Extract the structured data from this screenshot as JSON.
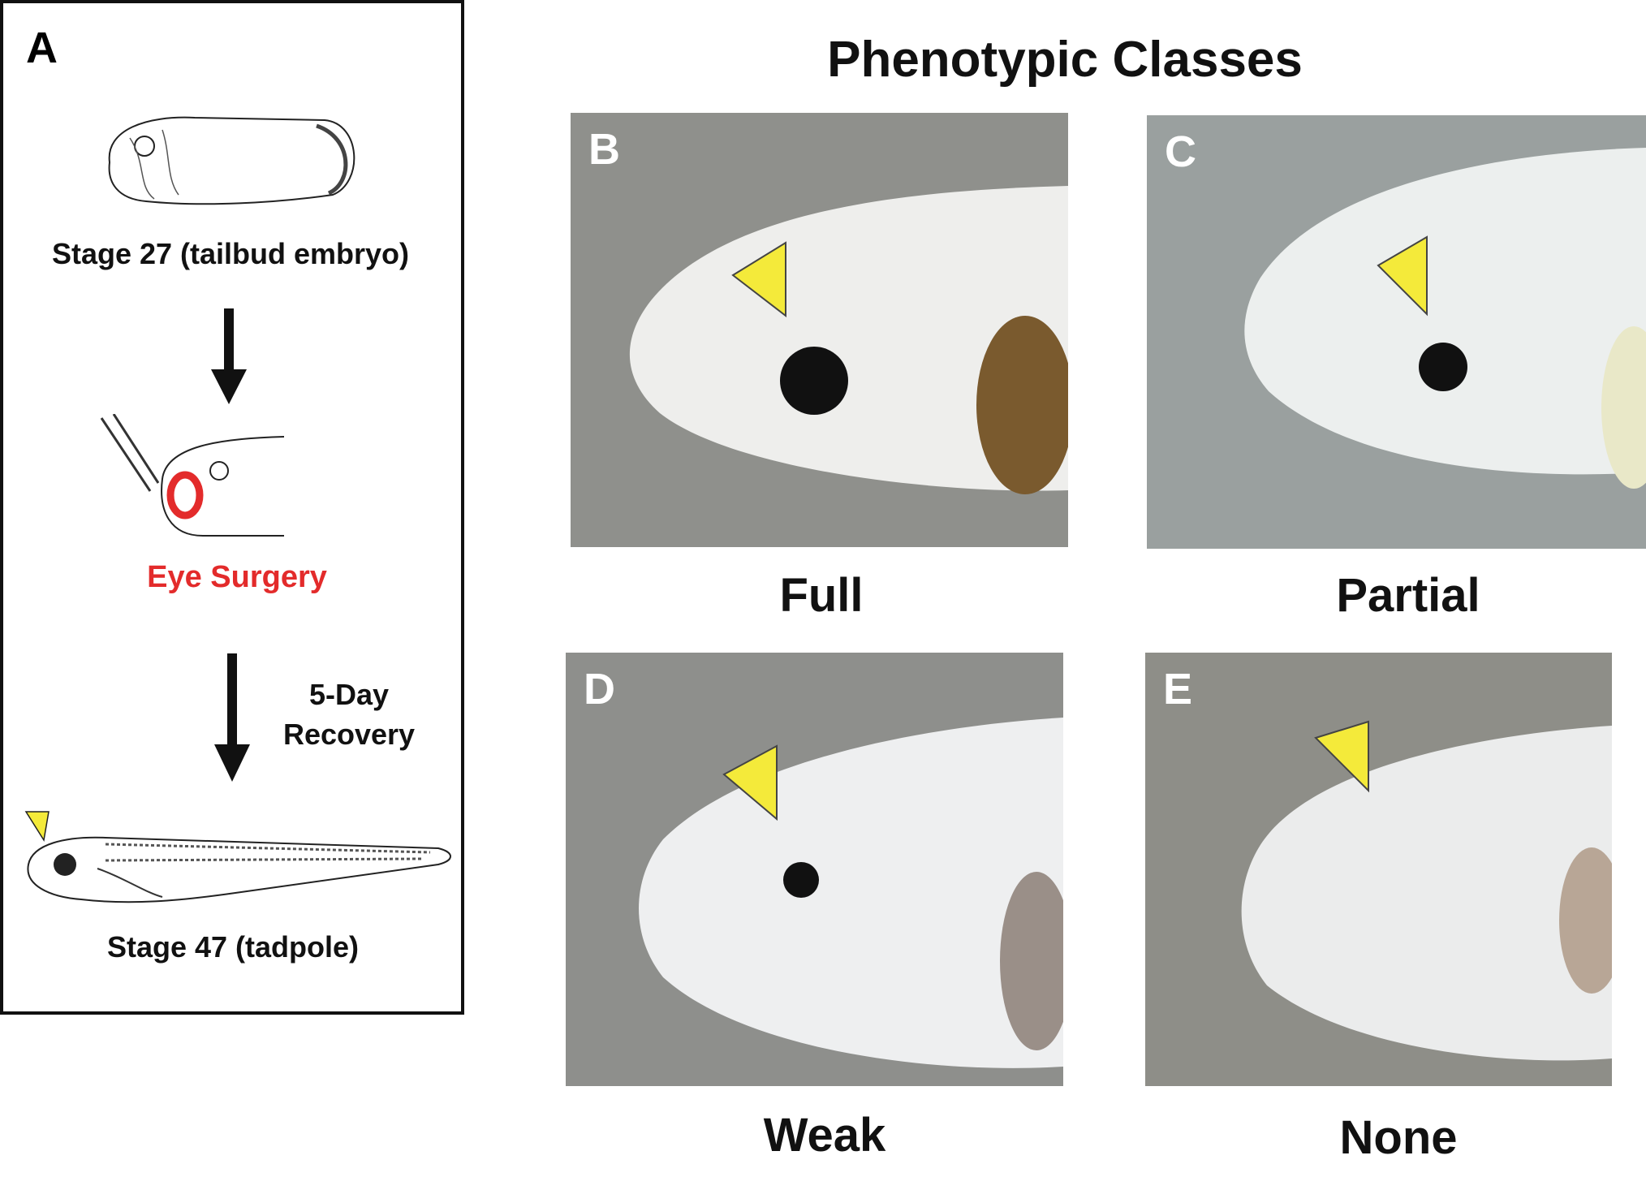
{
  "title": "Phenotypic Classes",
  "panel_a": {
    "letter": "A",
    "stage1": "Stage 27 (tailbud embryo)",
    "surgery": "Eye Surgery",
    "recovery_line1": "5-Day",
    "recovery_line2": "Recovery",
    "stage2": "Stage 47 (tadpole)"
  },
  "panels": [
    {
      "letter": "B",
      "class": "Full"
    },
    {
      "letter": "C",
      "class": "Partial"
    },
    {
      "letter": "D",
      "class": "Weak"
    },
    {
      "letter": "E",
      "class": "None"
    }
  ],
  "colors": {
    "arrowhead": "#f4ea3a",
    "surgery": "#e32b2b",
    "background": "#8e8f8c"
  }
}
